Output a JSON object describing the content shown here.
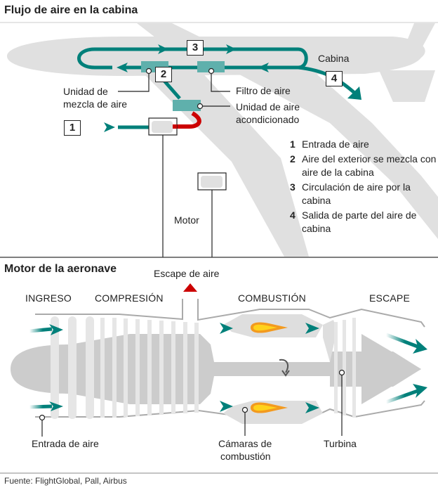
{
  "section1": {
    "title": "Flujo de aire en la cabina",
    "labels": {
      "cabina": "Cabina",
      "unidad_mezcla": [
        "Unidad de",
        "mezcla de aire"
      ],
      "filtro": "Filtro de aire",
      "unidad_acond": [
        "Unidad de aire",
        "acondicionado"
      ],
      "motor": "Motor"
    },
    "markers": [
      "1",
      "2",
      "3",
      "4"
    ],
    "legend": [
      {
        "num": "1",
        "text": "Entrada de aire"
      },
      {
        "num": "2",
        "text": "Aire del exterior se mezcla con aire de la cabina"
      },
      {
        "num": "3",
        "text": "Circulación de aire por la cabina"
      },
      {
        "num": "4",
        "text": "Salida de parte del aire de cabina"
      }
    ]
  },
  "section2": {
    "title": "Motor de la aeronave",
    "stages": [
      "INGRESO",
      "COMPRESIÓN",
      "COMBUSTIÓN",
      "ESCAPE"
    ],
    "labels": {
      "escape_aire": "Escape de aire",
      "entrada_aire": "Entrada de aire",
      "camaras": [
        "Cámaras de",
        "combustión"
      ],
      "turbina": "Turbina"
    }
  },
  "source": "Fuente: FlightGlobal, Pall, Airbus",
  "colors": {
    "teal": "#00807a",
    "teal_light": "#5fb0ac",
    "red": "#cc0000",
    "plane_gray": "#e0e0e0",
    "engine_gray": "#cccccc",
    "flame_outer": "#f39a1f",
    "flame_inner": "#ffd21c"
  }
}
